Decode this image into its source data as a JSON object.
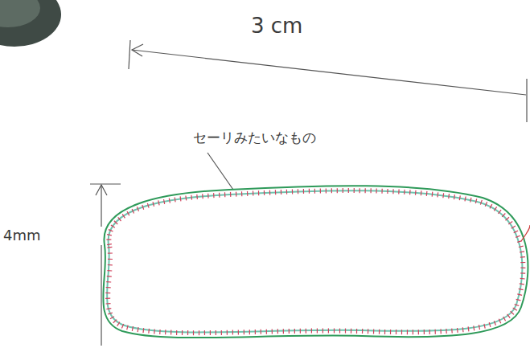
{
  "diagram": {
    "labels": [
      "3 cm",
      "セーリみたいなもの",
      "4mm"
    ]
  }
}
